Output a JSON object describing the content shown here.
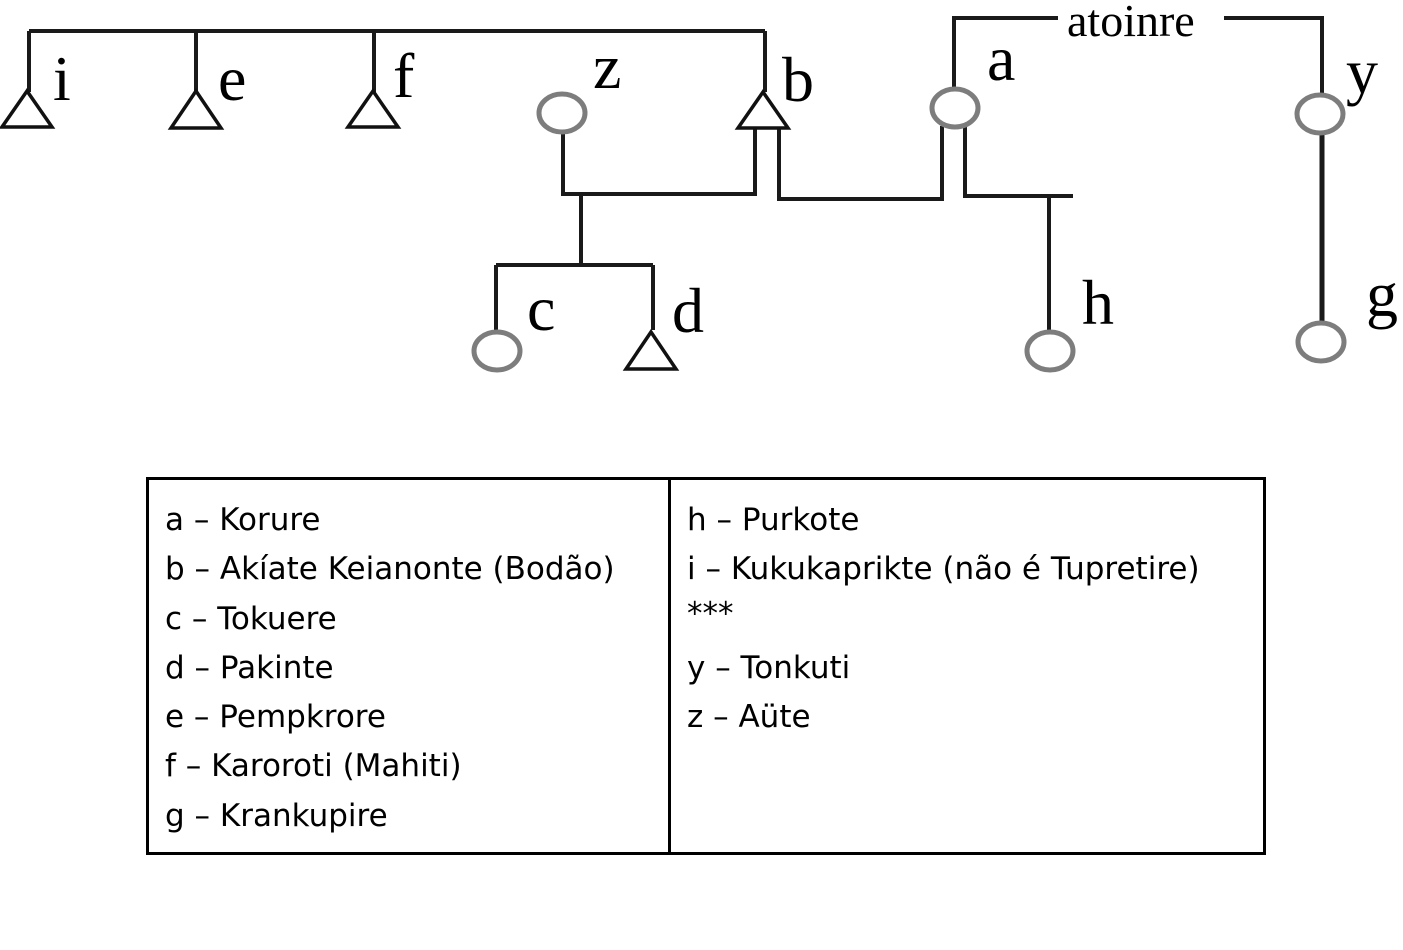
{
  "diagram": {
    "nodes": [
      {
        "id": "i",
        "label": "i",
        "shape": "triangle"
      },
      {
        "id": "e",
        "label": "e",
        "shape": "triangle"
      },
      {
        "id": "f",
        "label": "f",
        "shape": "triangle"
      },
      {
        "id": "z",
        "label": "z",
        "shape": "circle"
      },
      {
        "id": "b",
        "label": "b",
        "shape": "triangle"
      },
      {
        "id": "a",
        "label": "a",
        "shape": "circle"
      },
      {
        "id": "y",
        "label": "y",
        "shape": "circle"
      },
      {
        "id": "c",
        "label": "c",
        "shape": "circle"
      },
      {
        "id": "d",
        "label": "d",
        "shape": "triangle"
      },
      {
        "id": "h",
        "label": "h",
        "shape": "circle"
      },
      {
        "id": "g",
        "label": "g",
        "shape": "circle"
      }
    ],
    "relation_label": "atoinre",
    "colors": {
      "line": "#1a1a1a",
      "triangle_stroke": "#111111",
      "circle_stroke": "#7d7d7d",
      "background": "#ffffff"
    }
  },
  "legend": {
    "left": [
      "a – Korure",
      "b – Akíate Keianonte (Bodão)",
      "c – Tokuere",
      "d – Pakinte",
      "e – Pempkrore",
      "f – Karoroti (Mahiti)",
      "g – Krankupire"
    ],
    "right": [
      "h – Purkote",
      "i – Kukukaprikte (não é Tupretire)",
      "***",
      "y – Tonkuti",
      "z – Aüte"
    ]
  }
}
